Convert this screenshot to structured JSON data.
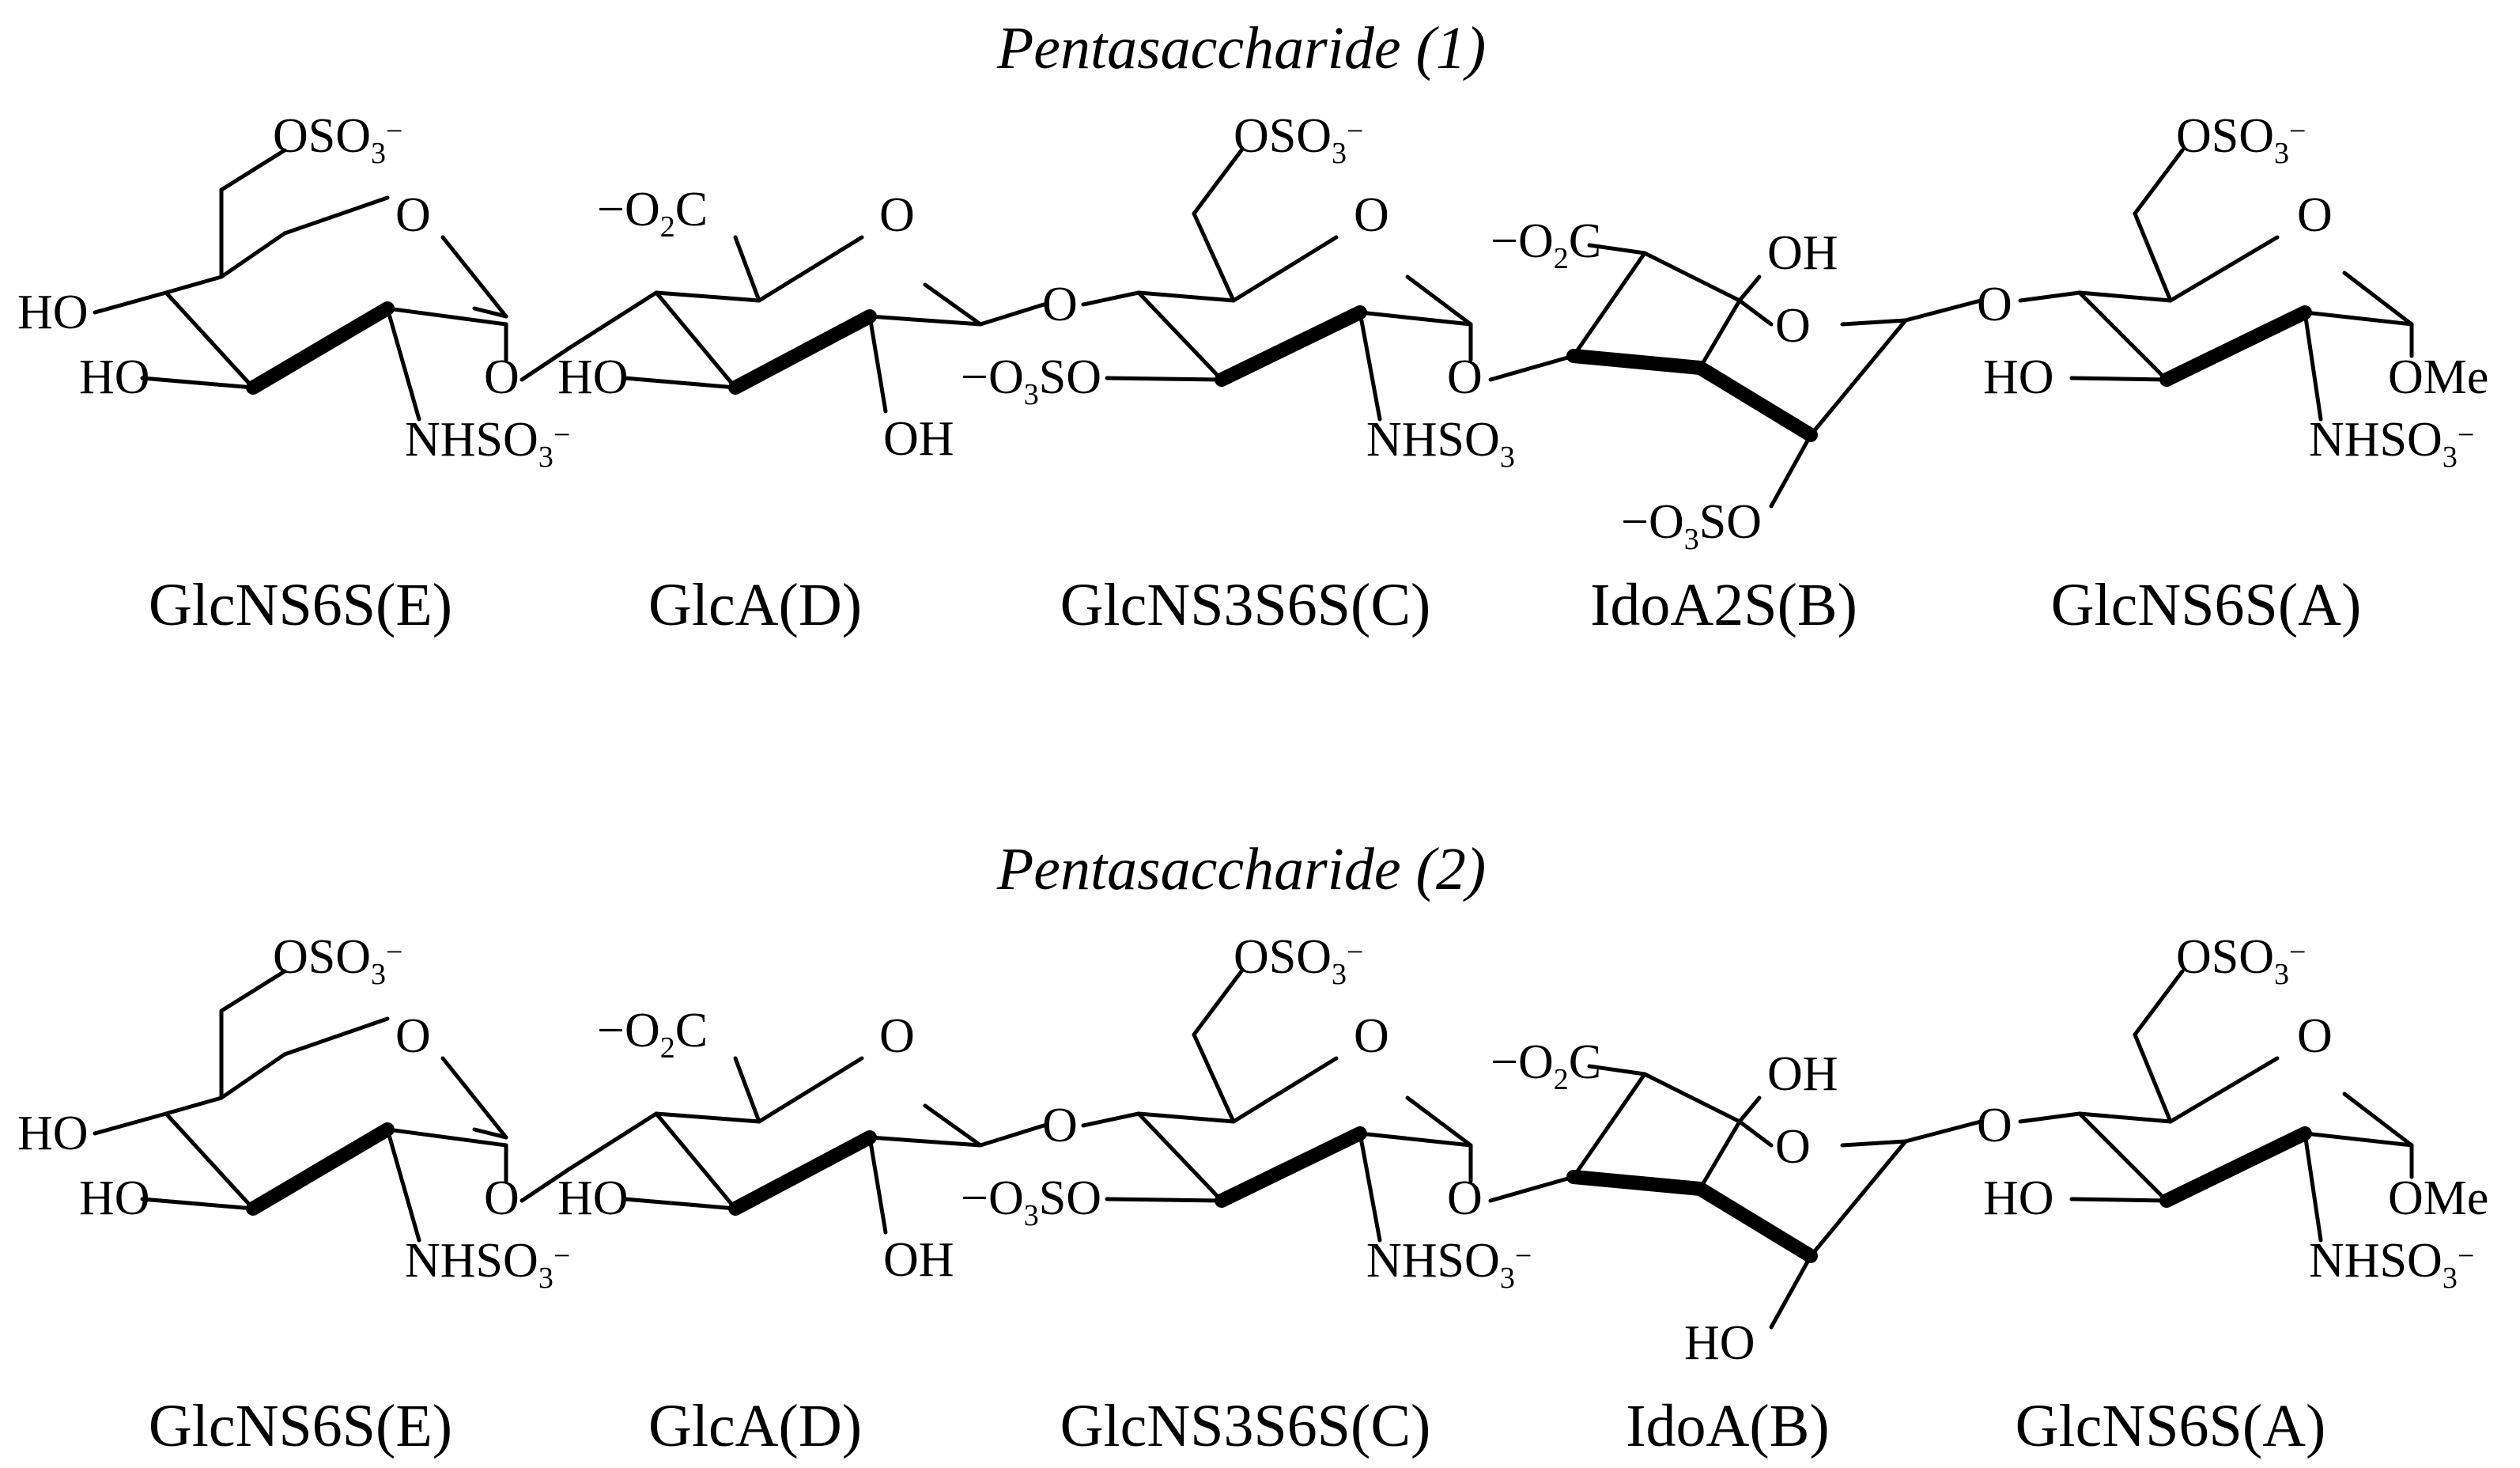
{
  "figure": {
    "structures": [
      {
        "title": "Pentasaccharide (1)",
        "units": [
          "GlcNS6S(E)",
          "GlcA(D)",
          "GlcNS3S6S(C)",
          "IdoA2S(B)",
          "GlcNS6S(A)"
        ],
        "ido_substituent": {
          "main": "−O",
          "sub": "3",
          "tail": "SO"
        }
      },
      {
        "title": "Pentasaccharide (2)",
        "units": [
          "GlcNS6S(E)",
          "GlcA(D)",
          "GlcNS3S6S(C)",
          "IdoA(B)",
          "GlcNS6S(A)"
        ],
        "ido_substituent": {
          "main": "HO",
          "sub": "",
          "tail": ""
        }
      }
    ],
    "atoms": {
      "oso3": "OSO",
      "three": "3",
      "minus": "−",
      "ring_o": "O",
      "ho": "HO",
      "oh": "OH",
      "nhso": "NHSO",
      "ome": "OMe",
      "carboxylate_a": "−O",
      "two": "2",
      "carboxylate_c": "C",
      "sulfate_a": "−O",
      "sulfate_b": "SO"
    }
  }
}
